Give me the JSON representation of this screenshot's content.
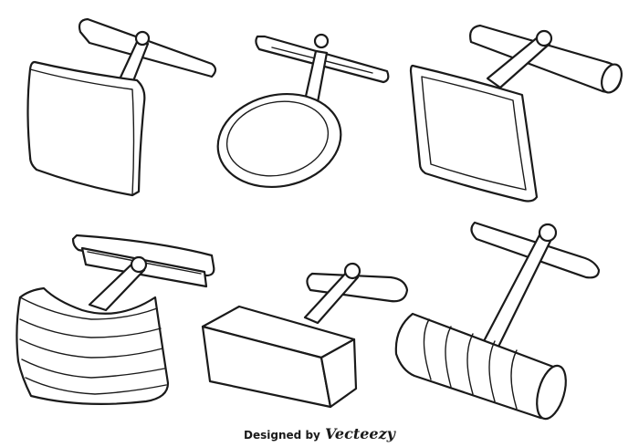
{
  "colors": {
    "ink": "#1a1a1a",
    "background": "#ffffff"
  },
  "illustration": {
    "items": [
      "square-cufflink",
      "round-cufflink",
      "square-frame-cufflink",
      "curved-striped-cufflink",
      "rectangular-bar-cufflink",
      "cylinder-striped-cufflink"
    ]
  },
  "credit": {
    "prefix": "Designed by",
    "brand": "Vecteezy"
  }
}
